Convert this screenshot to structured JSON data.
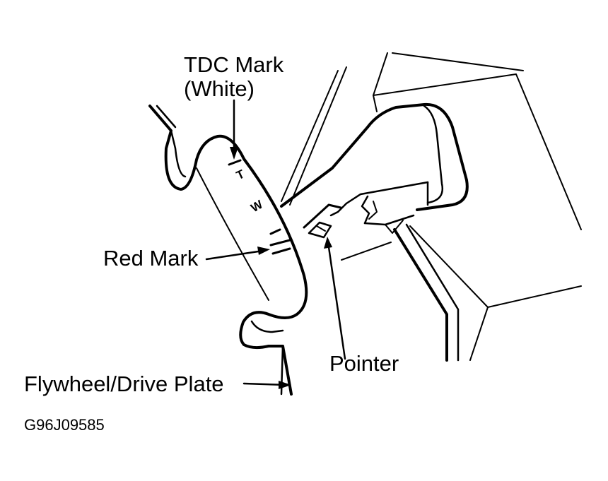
{
  "labels": {
    "tdc_line1": "TDC Mark",
    "tdc_line2": "(White)",
    "red_mark": "Red Mark",
    "pointer": "Pointer",
    "flywheel": "Flywheel/Drive Plate",
    "figure_id": "G96J09585"
  },
  "plate_marks": {
    "t": "T",
    "w": "W"
  },
  "colors": {
    "ink": "#000000",
    "paper": "#ffffff"
  }
}
